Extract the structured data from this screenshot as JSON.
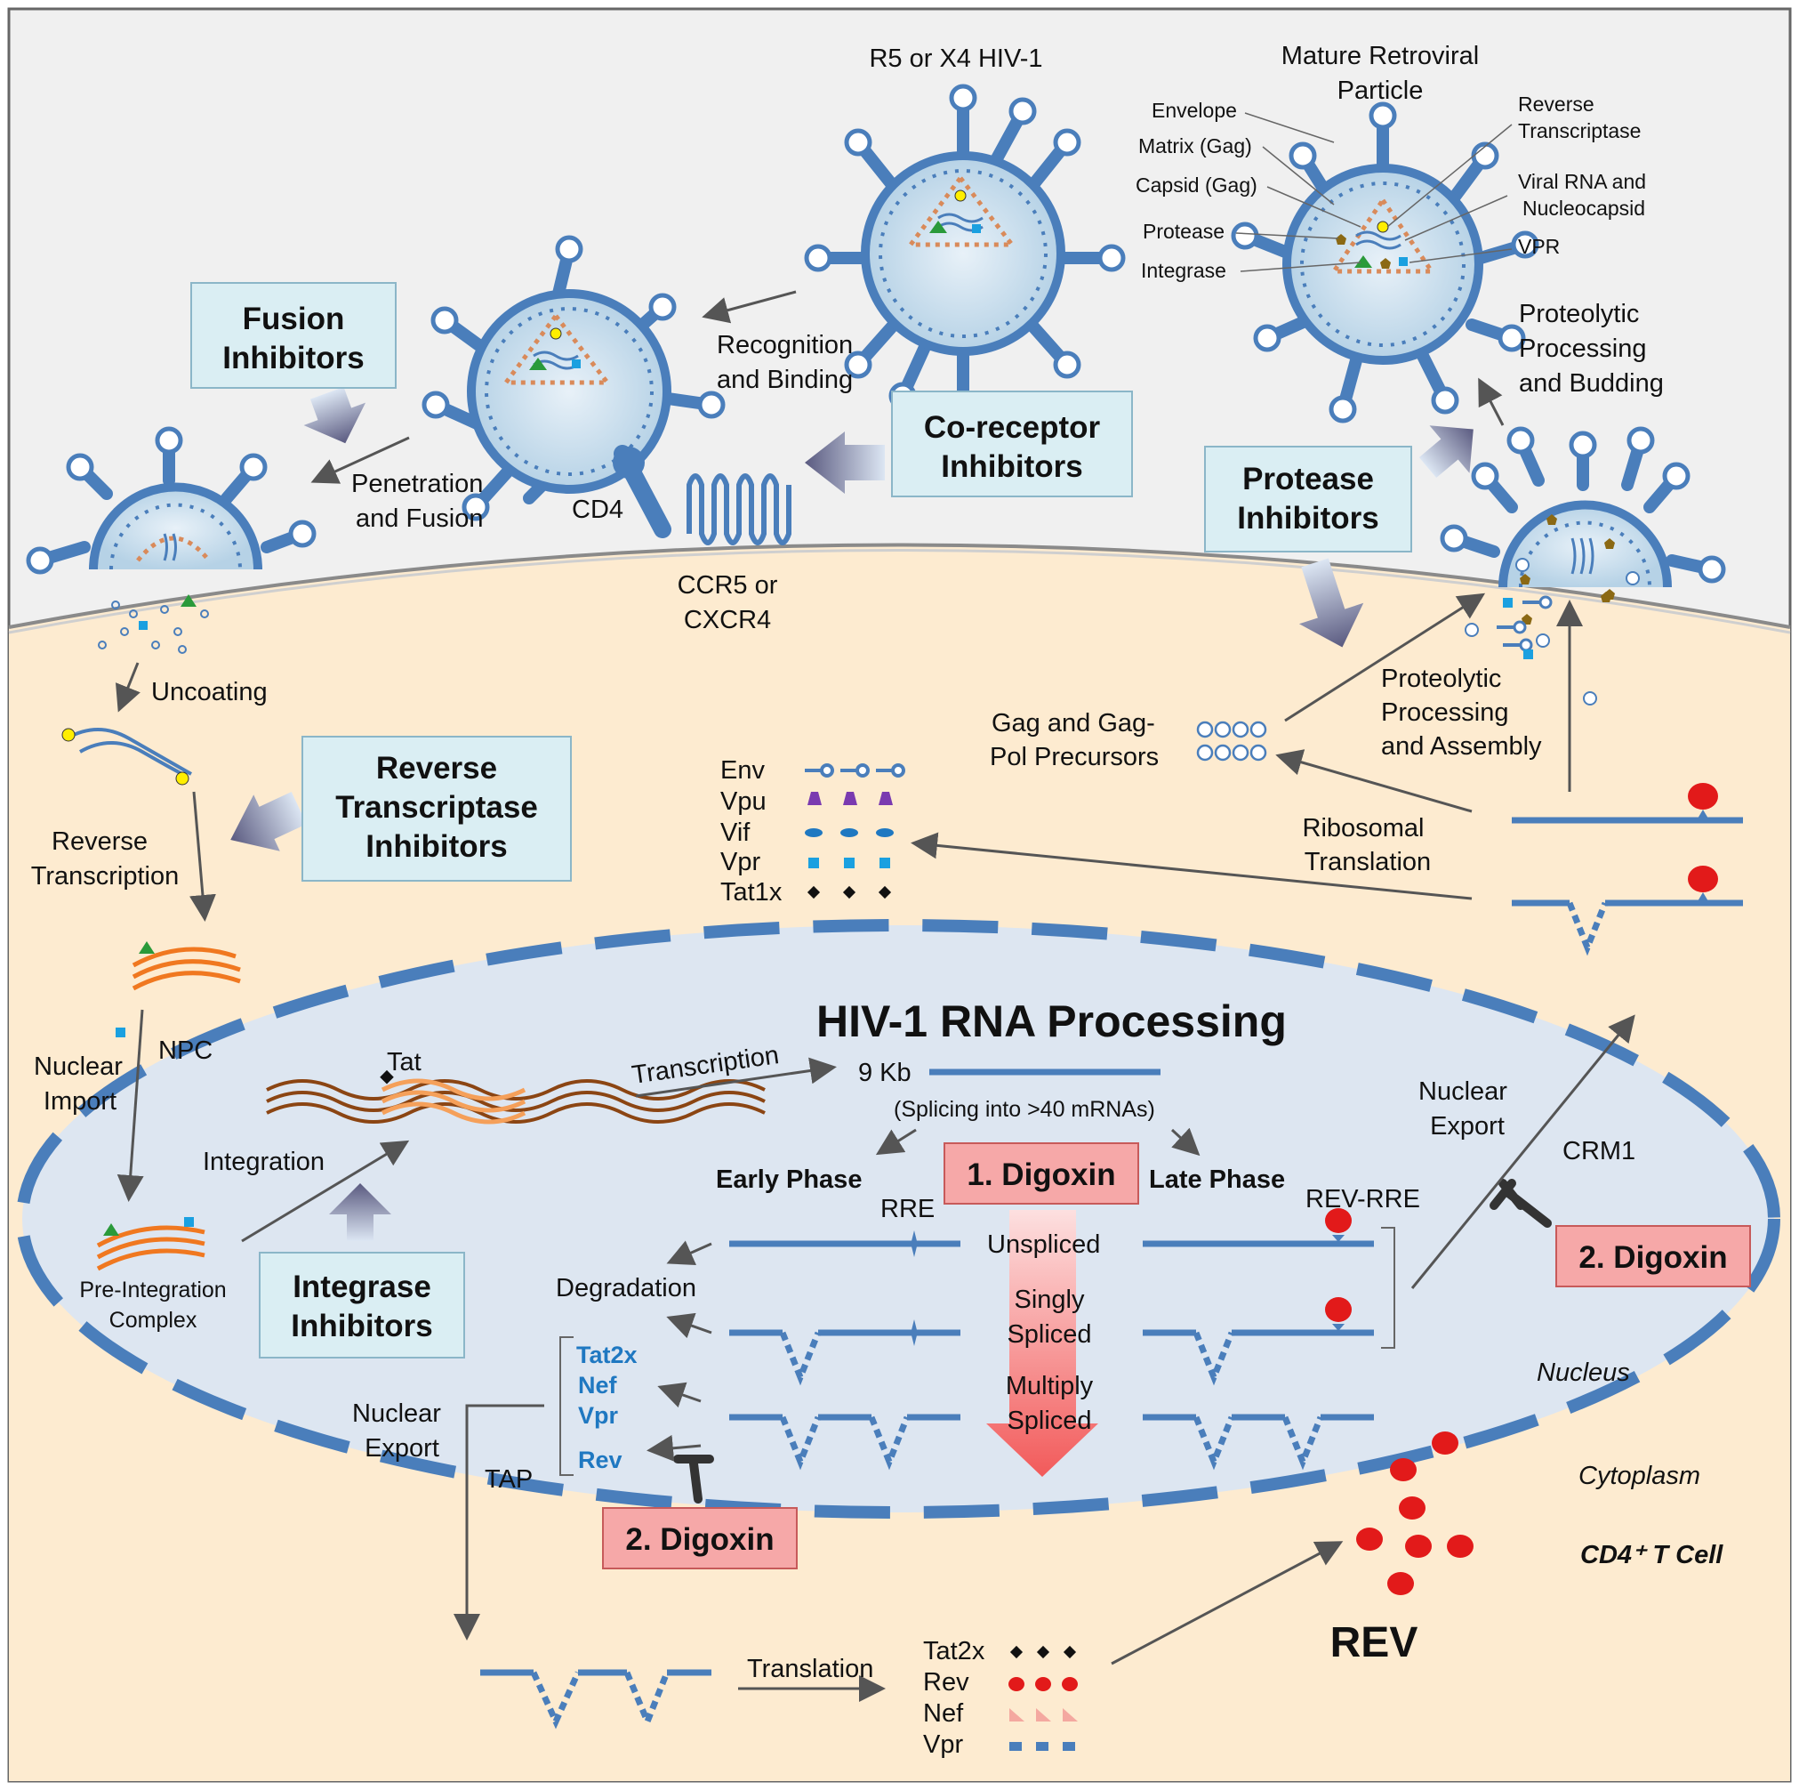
{
  "figure": {
    "virus_top_label": "R5 or X4 HIV-1",
    "mature_particle_title": "Mature Retroviral Particle",
    "parts": {
      "envelope": "Envelope",
      "matrix": "Matrix (Gag)",
      "capsid": "Capsid (Gag)",
      "protease": "Protease",
      "integrase": "Integrase",
      "reverse_transcriptase": "Reverse Transcriptase",
      "viral_rna": "Viral RNA and Nucleocapsid",
      "vpr": "VPR"
    },
    "steps": {
      "recognition": "Recognition and Binding",
      "penetration": "Penetration and Fusion",
      "uncoating": "Uncoating",
      "reverse_transcription": "Reverse Transcription",
      "nuclear_import": "Nuclear Import",
      "npc": "NPC",
      "integration": "Integration",
      "pre_integration": "Pre-Integration Complex",
      "transcription": "Transcription",
      "proteolytic_budding": "Proteolytic Processing and Budding",
      "proteolytic_assembly": "Proteolytic Processing and Assembly",
      "gag_precursors": "Gag and Gag-Pol Precursors",
      "ribosomal_translation": "Ribosomal Translation",
      "nuclear_export_right": "Nuclear Export",
      "nuclear_export_left": "Nuclear Export",
      "tap": "TAP",
      "translation": "Translation",
      "crm1": "CRM1"
    },
    "receptors": {
      "cd4": "CD4",
      "ccr5": "CCR5 or CXCR4"
    },
    "inhibitors": {
      "fusion": "Fusion Inhibitors",
      "coreceptor": "Co-receptor Inhibitors",
      "protease": "Protease Inhibitors",
      "rt": "Reverse Transcriptase Inhibitors",
      "integrase": "Integrase Inhibitors"
    },
    "digoxin": {
      "d1": "1. Digoxin",
      "d2_right": "2. Digoxin",
      "d2_left": "2. Digoxin"
    },
    "nucleus": {
      "title": "HIV-1 RNA Processing",
      "tat": "Tat",
      "kb": "9 Kb",
      "splicing": "(Splicing into >40 mRNAs)",
      "early": "Early Phase",
      "late": "Late Phase",
      "rre": "RRE",
      "rev_rre": "REV-RRE",
      "unspliced": "Unspliced",
      "singly": "Singly Spliced",
      "multiply": "Multiply Spliced",
      "degradation": "Degradation",
      "tat2x": "Tat2x",
      "nef": "Nef",
      "vpr": "Vpr",
      "rev": "Rev",
      "nucleus_label": "Nucleus"
    },
    "cytoplasm_label": "Cytoplasm",
    "cell_label": "CD4⁺ T Cell",
    "rev_big": "REV",
    "legend_top": [
      "Env",
      "Vpu",
      "Vif",
      "Vpr",
      "Tat1x"
    ],
    "legend_bottom": [
      "Tat2x",
      "Rev",
      "Nef",
      "Vpr"
    ],
    "colors": {
      "cell": "#fdebd0",
      "nucleus": "#dde6f1",
      "blue": "#4a7ebb",
      "orange": "#f07820",
      "inhibitor_box": "#daeef3",
      "digoxin_box": "#f6a8a8",
      "rev_dot": "#e21a1a"
    }
  }
}
